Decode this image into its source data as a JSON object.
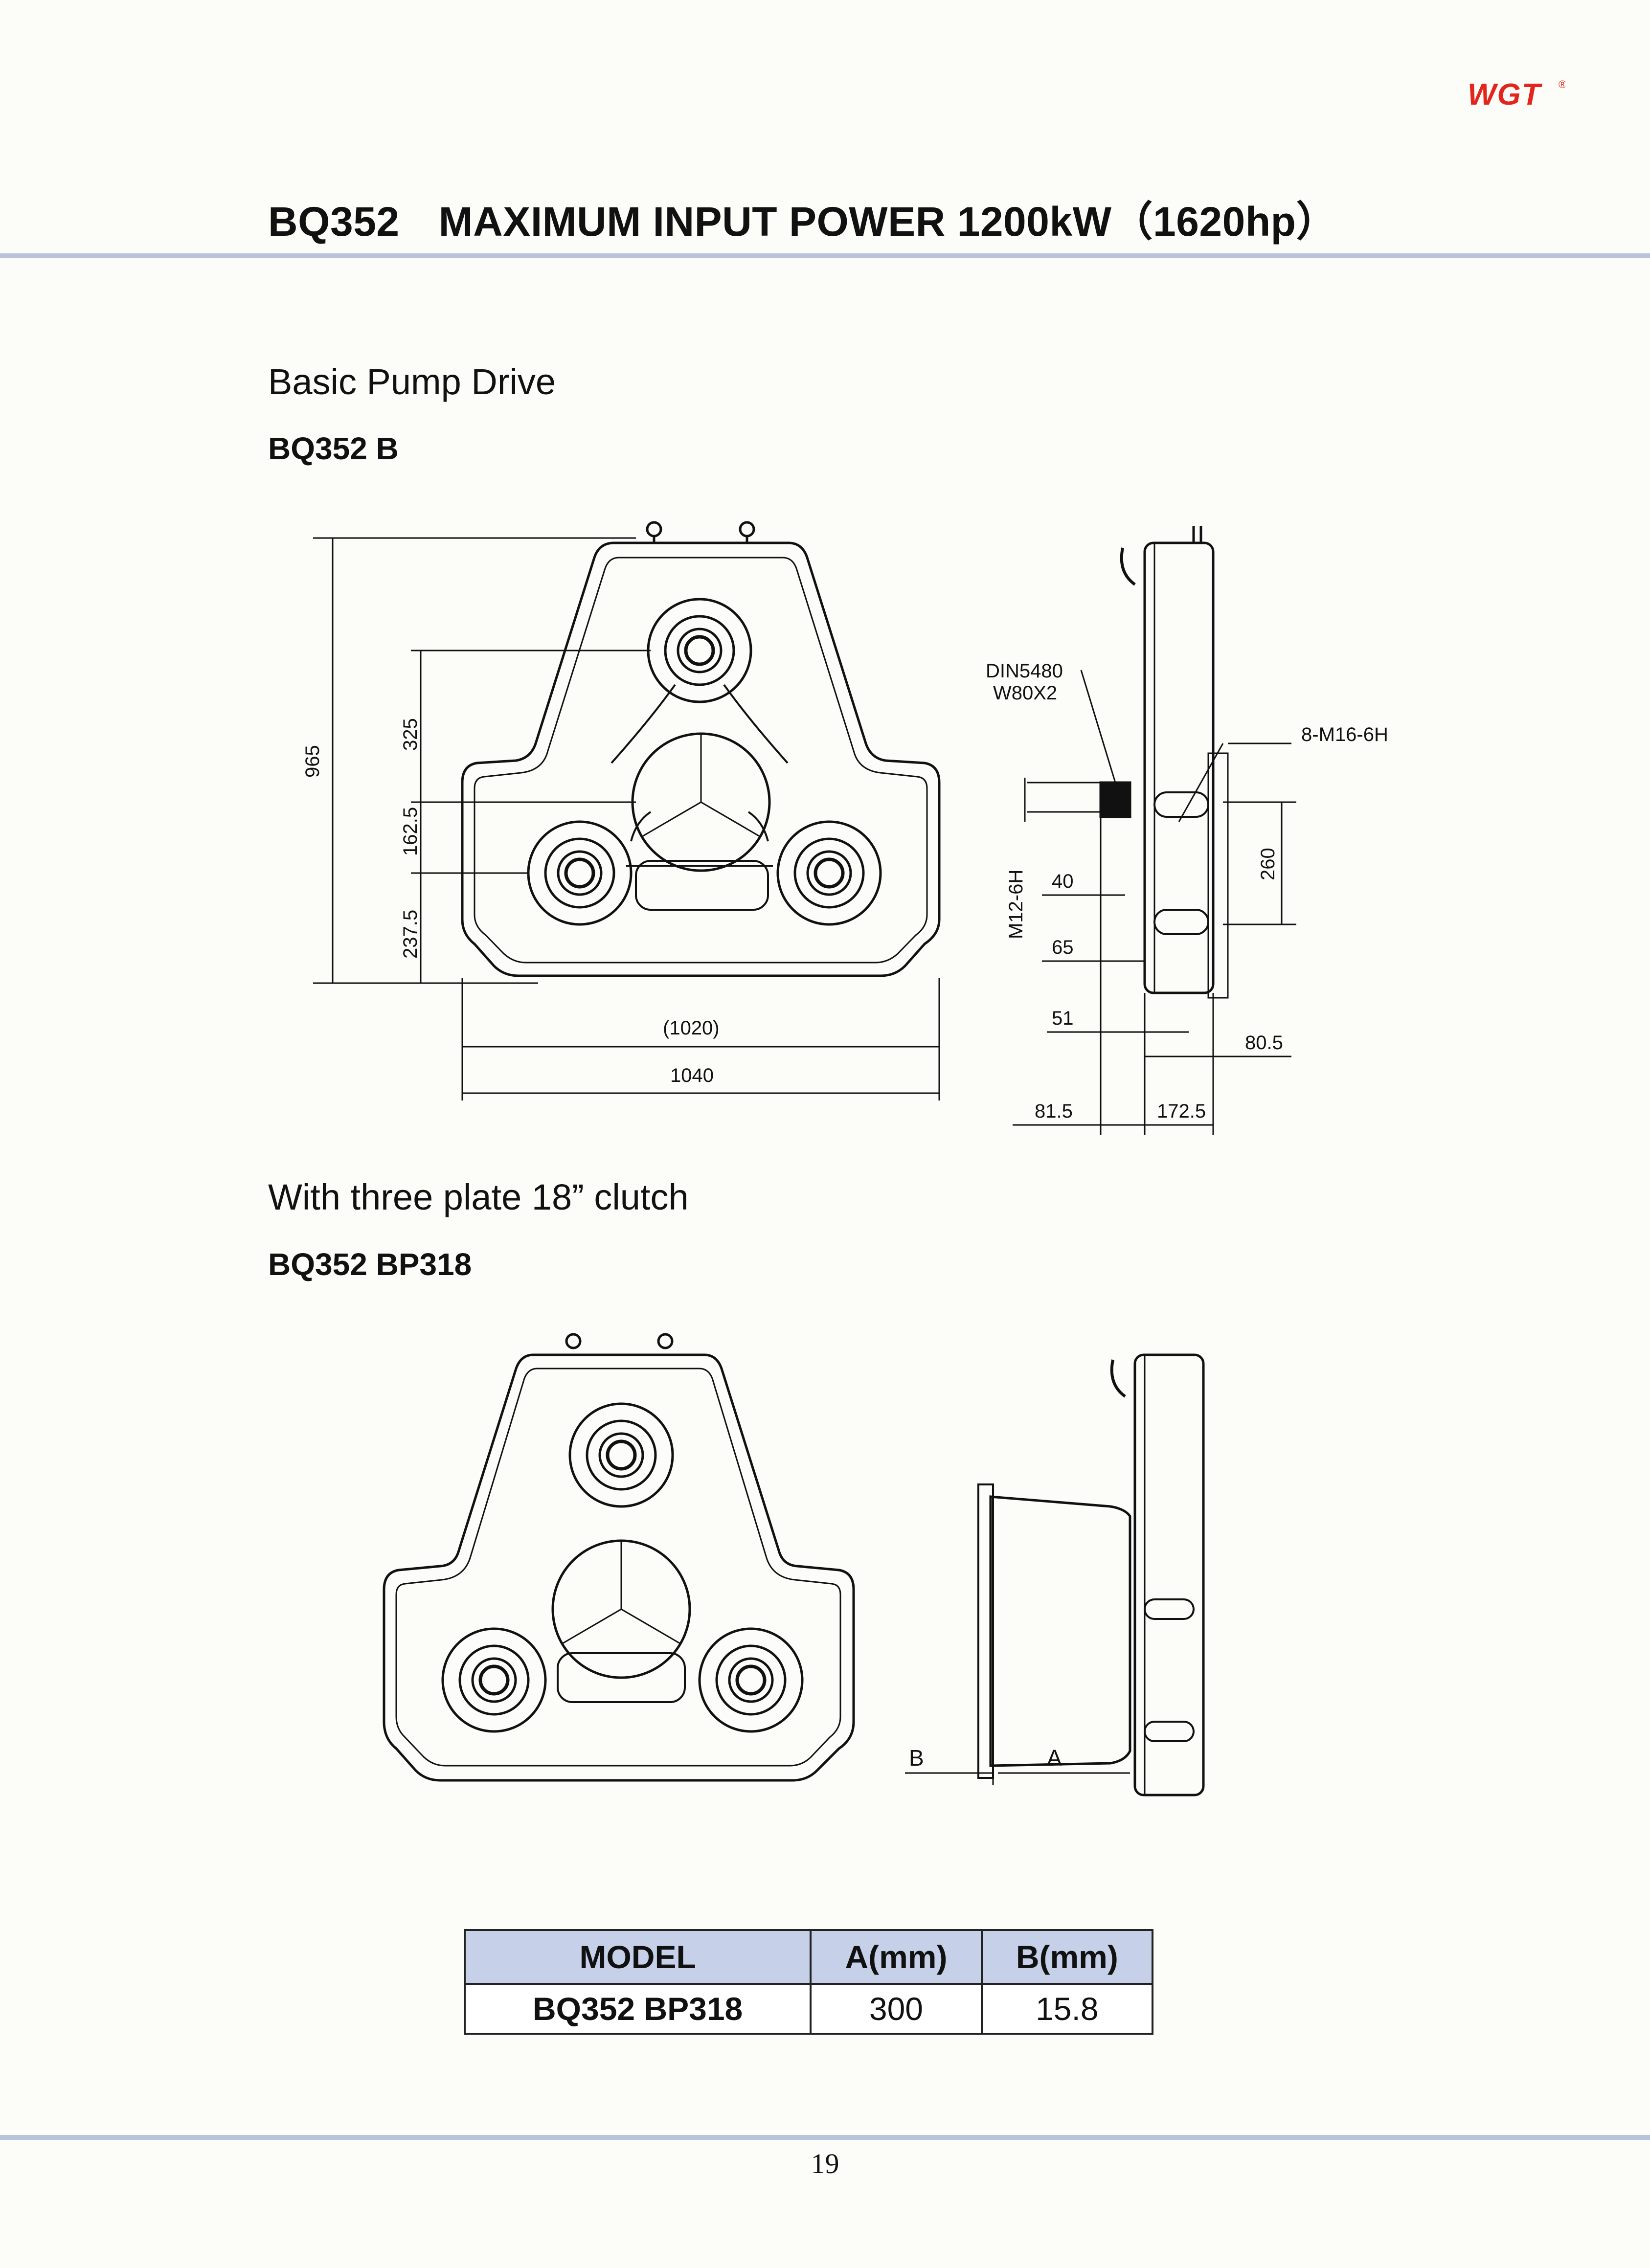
{
  "brand": {
    "logo_text": "WGT",
    "registered_mark": "®",
    "color": "#e3261d"
  },
  "header": {
    "model": "BQ352",
    "title": "MAXIMUM INPUT POWER 1200kW（1620hp）"
  },
  "section1": {
    "heading": "Basic Pump Drive",
    "model": "BQ352 B",
    "dims": {
      "overall_height": "965",
      "upper_center": "325",
      "middle_center": "162.5",
      "lower_center": "237.5",
      "flange_width": "(1020)",
      "overall_width": "1040",
      "spline_std": "DIN5480",
      "spline_size": "W80X2",
      "bolt_holes": "8-M16-6H",
      "tapped_hole": "M12-6H",
      "slot_spacing": "260",
      "d40": "40",
      "d65": "65",
      "d51": "51",
      "d80_5": "80.5",
      "d81_5": "81.5",
      "d172_5": "172.5"
    }
  },
  "section2": {
    "heading": "With three plate 18” clutch",
    "model": "BQ352 BP318",
    "dims": {
      "b": "B",
      "a": "A"
    }
  },
  "table": {
    "headers": [
      "MODEL",
      "A(mm)",
      "B(mm)"
    ],
    "rows": [
      [
        "BQ352 BP318",
        "300",
        "15.8"
      ]
    ]
  },
  "page_number": "19"
}
